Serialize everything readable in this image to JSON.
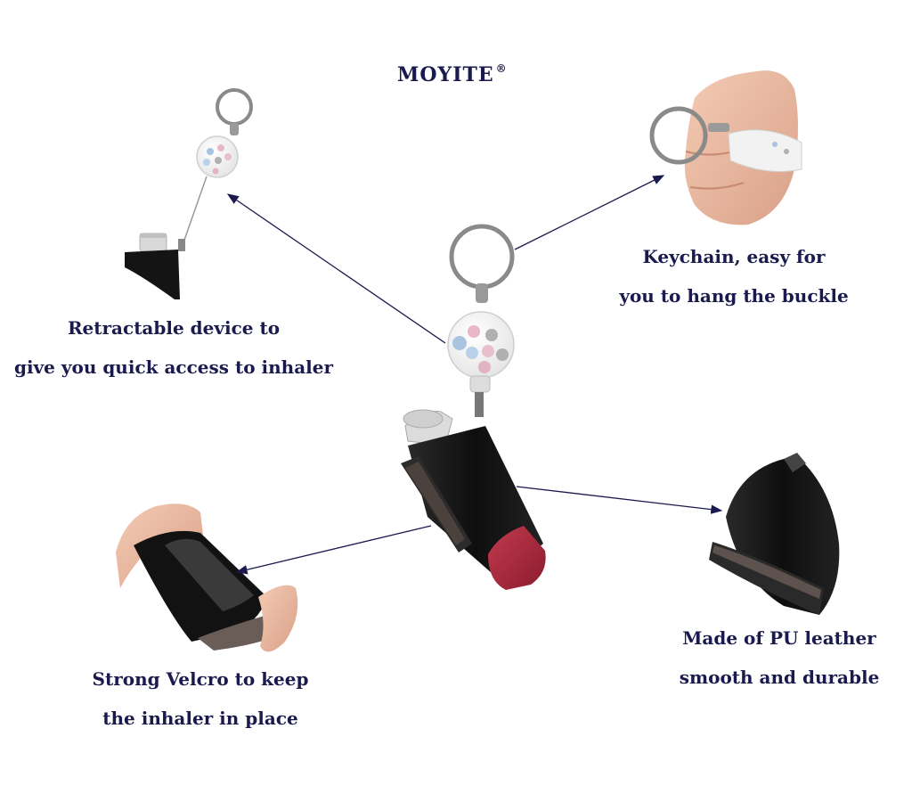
{
  "brand": {
    "name": "MOYITE",
    "registered_mark": "®"
  },
  "callouts": {
    "retractable": {
      "line1": "Retractable device to",
      "line2": "give you quick access to inhaler"
    },
    "keychain": {
      "line1": "Keychain, easy for",
      "line2": "you to hang the buckle"
    },
    "velcro": {
      "line1": "Strong Velcro to keep",
      "line2": "the inhaler in place"
    },
    "leather": {
      "line1": "Made of PU leather",
      "line2": "smooth and durable"
    }
  },
  "colors": {
    "caption_text": "#1a1a4e",
    "leather": "#111111",
    "inhaler_cap": "#a8243a",
    "ring_metal": "#8a8a8a",
    "reel_dots": [
      "#a8c4e0",
      "#e8b8c8",
      "#b0b0b0"
    ]
  }
}
